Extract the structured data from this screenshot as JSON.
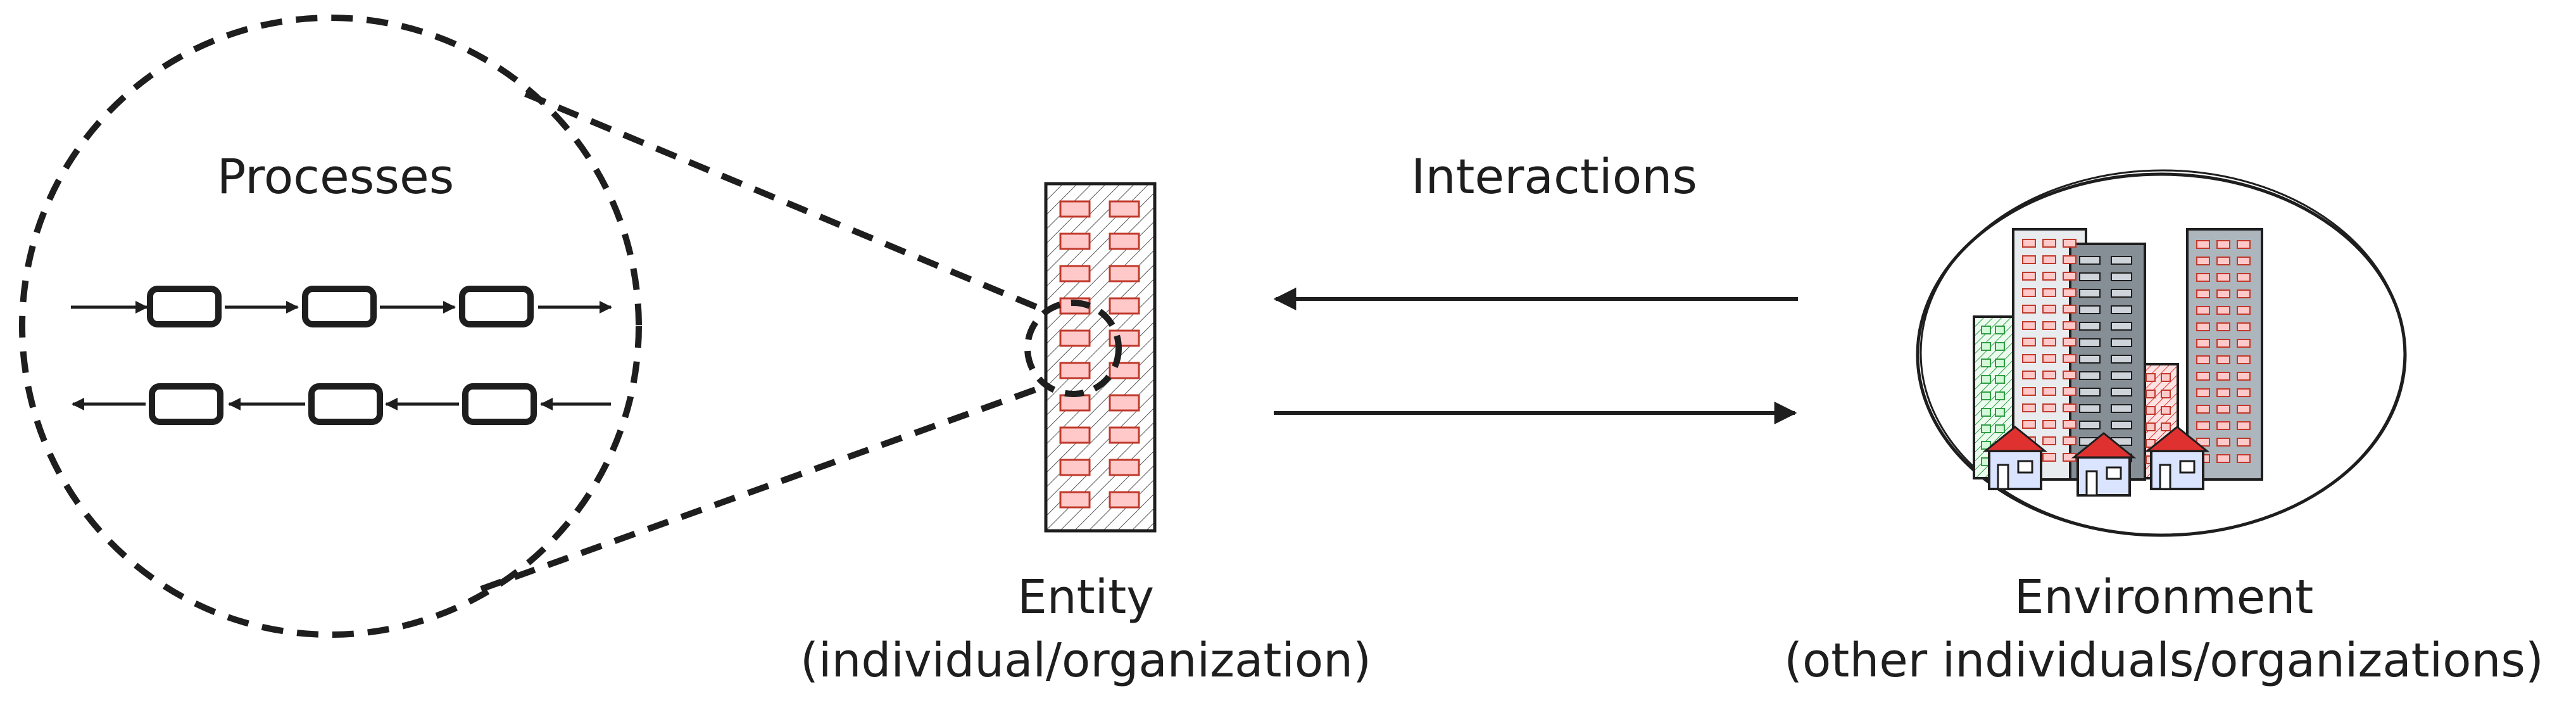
{
  "labels": {
    "processes": "Processes",
    "interactions": "Interactions",
    "entity_title": "Entity",
    "entity_subtitle": "(individual/organization)",
    "environment_title": "Environment",
    "environment_subtitle": "(other individuals/organizations)"
  },
  "colors": {
    "ink": "#1e1e1e",
    "window_fill": "#ffc9c9",
    "window_stroke": "#c0392b",
    "roof": "#e03131",
    "dark_building": "#868e96",
    "mid_building": "#adb5bd",
    "house_wall": "#dbe4ff",
    "green_building": "#d3f9d8"
  },
  "icons": {
    "entity": "office-building-icon",
    "environment": "city-buildings-icon",
    "house": "house-icon"
  }
}
